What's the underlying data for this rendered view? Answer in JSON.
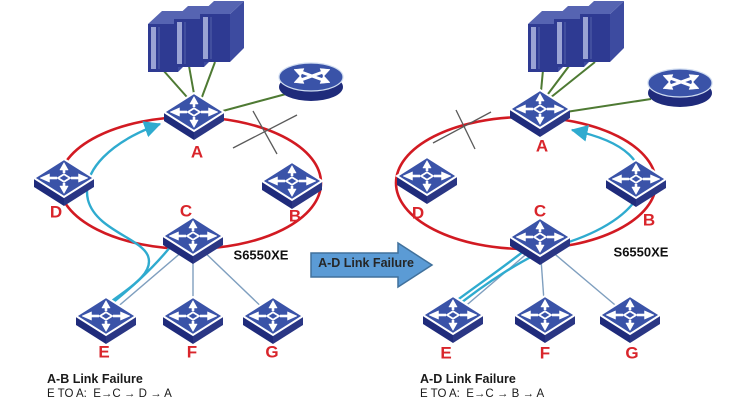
{
  "node_labels": [
    "A",
    "B",
    "C",
    "D",
    "E",
    "F",
    "G"
  ],
  "left_diagram": {
    "caption_title": "A-B Link Failure",
    "caption_route": "E TO A:  E→C → D → A",
    "switch_model": "S6550XE"
  },
  "right_diagram": {
    "caption_title": "A-D Link Failure",
    "caption_route": "E TO A:  E→C → B → A",
    "switch_model": "S6550XE"
  },
  "transition_arrow_label": "A-D Link Failure",
  "colors": {
    "ring_link": "#D21A22",
    "traffic_path": "#2FABCF",
    "server_uplink": "#4E7A33",
    "access_link": "#7F9FBF",
    "device_top": "#3A53A8",
    "device_side": "#1F2B7B",
    "node_label": "#D9252B",
    "transition_fill": "#5B9BD5",
    "transition_border": "#41719C"
  }
}
